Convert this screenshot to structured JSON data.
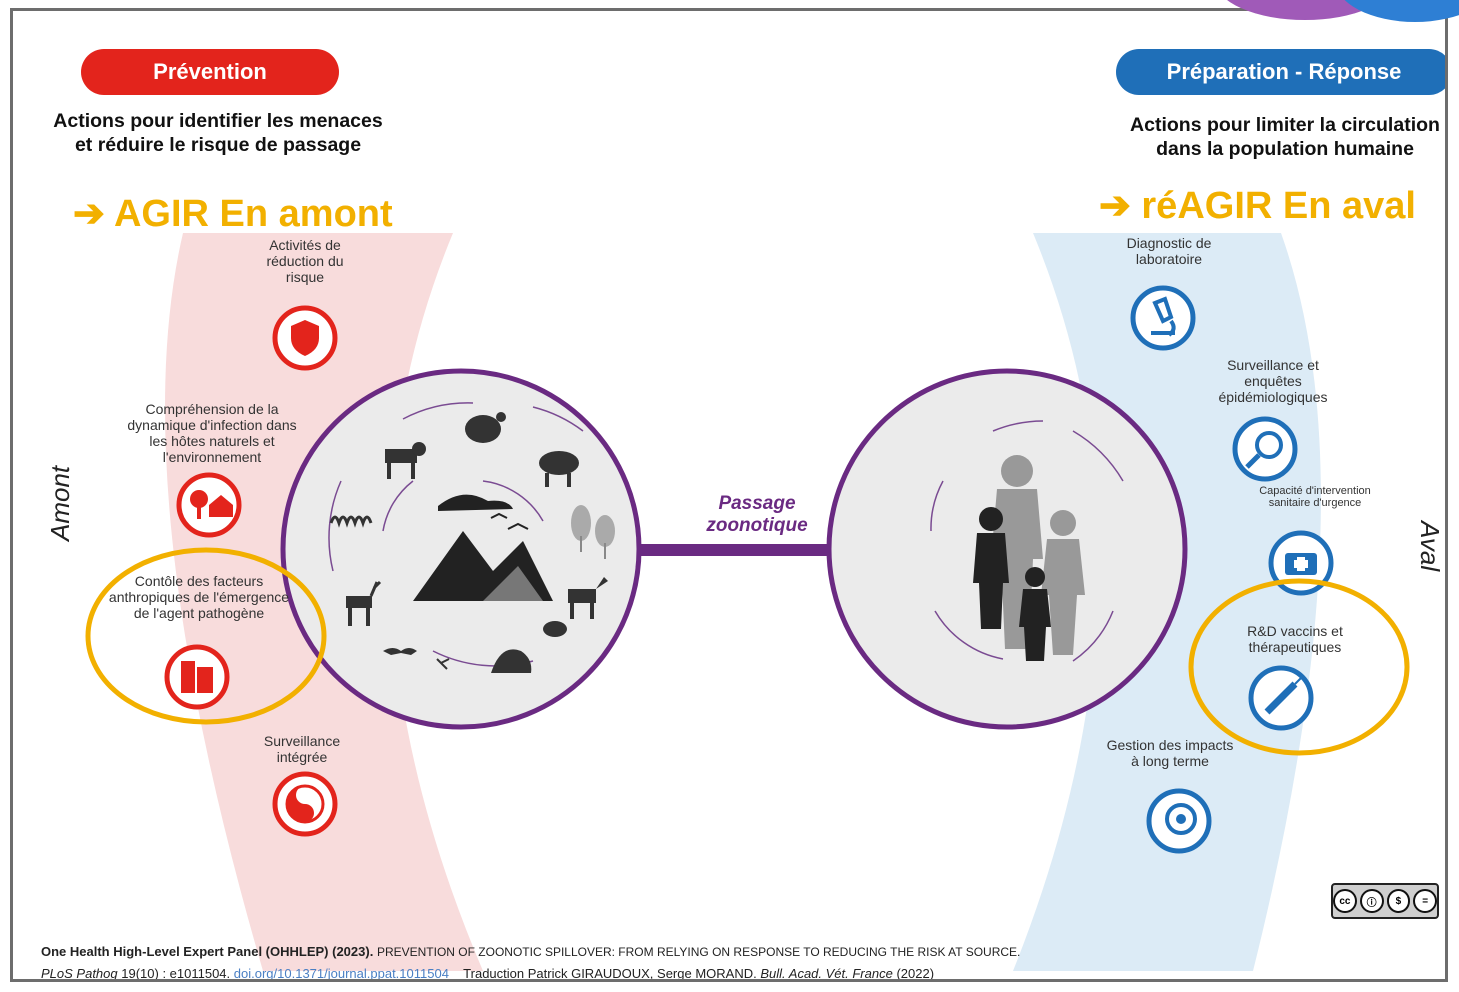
{
  "prevention": {
    "title": "Prévention",
    "subtitle": "Actions pour identifier les menaces et réduire le risque de passage",
    "agir": "➔ AGIR En amont",
    "side_label": "Amont",
    "items": [
      {
        "label": "Activités de réduction du risque",
        "icon": "shield-icon"
      },
      {
        "label": "Compréhension de la dynamique d'infection dans les hôtes naturels et l'environnement",
        "icon": "tree-house-icon"
      },
      {
        "label": "Contôle des facteurs anthropiques de l'émergence de l'agent pathogène",
        "icon": "building-icon"
      },
      {
        "label": "Surveillance intégrée",
        "icon": "yin-yang-icon"
      }
    ]
  },
  "preparation": {
    "title": "Préparation - Réponse",
    "subtitle": "Actions pour limiter la circulation dans la population humaine",
    "agir": "➔ réAGIR En aval",
    "side_label": "Aval",
    "items": [
      {
        "label": "Diagnostic de laboratoire",
        "icon": "microscope-icon"
      },
      {
        "label": "Surveillance et enquêtes épidémiologiques",
        "icon": "magnifier-virus-icon"
      },
      {
        "label": "Capacité d'intervention sanitaire d'urgence",
        "icon": "medical-kit-icon"
      },
      {
        "label": "R&D vaccins et thérapeutiques",
        "icon": "syringe-icon"
      },
      {
        "label": "Gestion des impacts à long terme",
        "icon": "target-icon"
      }
    ]
  },
  "center": {
    "passage": "Passage zoonotique"
  },
  "license": {
    "badge": "cc-by-nc-nd",
    "symbols": [
      "cc",
      "ⓘ",
      "$",
      "="
    ]
  },
  "citation": {
    "authors": "One Health High-Level Expert Panel (OHHLEP) (2023).",
    "title": "PREVENTION OF ZOONOTIC SPILLOVER: FROM RELYING ON RESPONSE TO REDUCING THE RISK AT SOURCE.",
    "journal": "PLoS Pathog",
    "ref": "19(10) : e1011504.",
    "doi": "doi.org/10.1371/journal.ppat.1011504",
    "translation": "_ Traduction Patrick GIRAUDOUX, Serge MORAND.",
    "bull": "Bull. Acad. Vét. France",
    "year": "(2022)"
  },
  "colors": {
    "red": "#e3241c",
    "blue": "#1f6fb8",
    "purple": "#6a2a82",
    "highlight": "#f2b000",
    "pink_bg": "#f8dcdc",
    "blue_bg": "#dcebf6"
  }
}
